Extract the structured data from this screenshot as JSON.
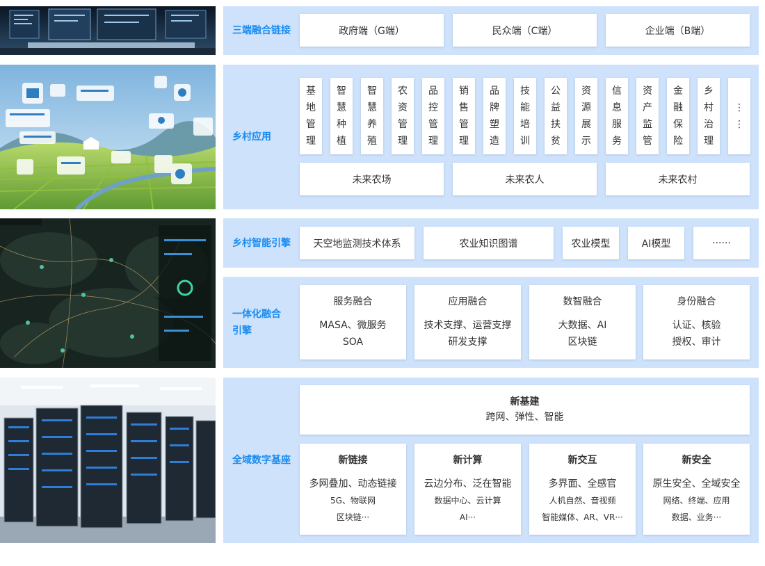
{
  "sections": {
    "links": {
      "label": "三端融合链接",
      "items": [
        "政府端（G端）",
        "民众端（C端）",
        "企业端（B端）"
      ]
    },
    "rural_apps": {
      "label": "乡村应用",
      "vertical_items": [
        "基地管理",
        "智慧种植",
        "智慧养殖",
        "农资管理",
        "品控管理",
        "销售管理",
        "品牌塑造",
        "技能培训",
        "公益扶贫",
        "资源展示",
        "信息服务",
        "资产监管",
        "金融保险",
        "乡村治理",
        "⋮⋮"
      ],
      "future": [
        "未来农场",
        "未来农人",
        "未来农村"
      ]
    },
    "engine": {
      "label": "乡村智能引擎",
      "items": [
        "天空地监测技术体系",
        "农业知识图谱",
        "农业模型",
        "AI模型",
        "······"
      ]
    },
    "fusion": {
      "label": "一体化融合引擎",
      "cards": [
        {
          "title": "服务融合",
          "lines": [
            "MASA、微服务",
            "SOA"
          ]
        },
        {
          "title": "应用融合",
          "lines": [
            "技术支撑、运营支撑",
            "研发支撑"
          ]
        },
        {
          "title": "数智融合",
          "lines": [
            "大数据、AI",
            "区块链"
          ]
        },
        {
          "title": "身份融合",
          "lines": [
            "认证、核验",
            "授权、审计"
          ]
        }
      ]
    },
    "digital_base": {
      "label": "全域数字基座",
      "infra": {
        "title": "新基建",
        "subtitle": "跨网、弹性、智能"
      },
      "cards": [
        {
          "title": "新链接",
          "main": "多网叠加、动态链接",
          "lines": [
            "5G、物联网",
            "区块链···"
          ]
        },
        {
          "title": "新计算",
          "main": "云边分布、泛在智能",
          "lines": [
            "数据中心、云计算",
            "AI···"
          ]
        },
        {
          "title": "新交互",
          "main": "多界面、全感官",
          "lines": [
            "人机自然、音视频",
            "智能媒体、AR、VR···"
          ]
        },
        {
          "title": "新安全",
          "main": "原生安全、全域安全",
          "lines": [
            "网络、终端、应用",
            "数据、业务···"
          ]
        }
      ]
    }
  },
  "images": [
    {
      "name": "control-room-photo",
      "colors": [
        "#0d1b2a",
        "#3b6a93"
      ]
    },
    {
      "name": "rural-landscape-illustration",
      "colors": [
        "#9cc7e6",
        "#8bbf4a"
      ]
    },
    {
      "name": "satellite-night-map",
      "colors": [
        "#14201e",
        "#2f4a3a"
      ]
    },
    {
      "name": "server-room-photo",
      "colors": [
        "#dfe6ee",
        "#1b2530"
      ]
    }
  ],
  "colors": {
    "accent": "#1a8cf0",
    "panel": "#cfe2fb"
  }
}
